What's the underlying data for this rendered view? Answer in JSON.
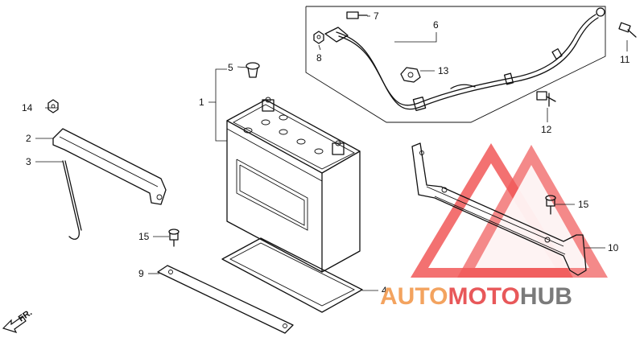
{
  "callouts": [
    {
      "id": "1",
      "text": "1"
    },
    {
      "id": "2",
      "text": "2"
    },
    {
      "id": "3",
      "text": "3"
    },
    {
      "id": "4",
      "text": "4"
    },
    {
      "id": "5",
      "text": "5"
    },
    {
      "id": "6",
      "text": "6"
    },
    {
      "id": "7",
      "text": "7"
    },
    {
      "id": "8",
      "text": "8"
    },
    {
      "id": "9",
      "text": "9"
    },
    {
      "id": "10",
      "text": "10"
    },
    {
      "id": "11",
      "text": "11"
    },
    {
      "id": "12",
      "text": "12"
    },
    {
      "id": "13",
      "text": "13"
    },
    {
      "id": "14",
      "text": "14"
    },
    {
      "id": "15a",
      "text": "15"
    },
    {
      "id": "15b",
      "text": "15"
    }
  ],
  "direction_label": "FR.",
  "watermark": {
    "part1": "AUTO",
    "part2": "MOTO",
    "part3": "HUB",
    "color_primary": "#f3a35f",
    "color_secondary": "#e8585a",
    "color_dark": "#7a7a7a",
    "logo_color": "#ee3b3b"
  }
}
